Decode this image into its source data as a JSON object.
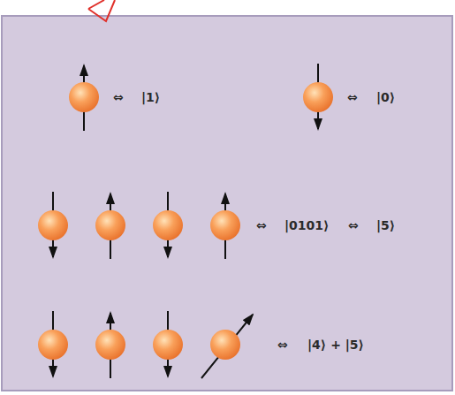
{
  "diagram": {
    "labels": [
      "⇔",
      "|1⟩",
      "⇔",
      "|0⟩",
      "⇔",
      "|0101⟩",
      "⇔",
      "|5⟩",
      "⇔",
      "|4⟩ + |5⟩"
    ]
  }
}
